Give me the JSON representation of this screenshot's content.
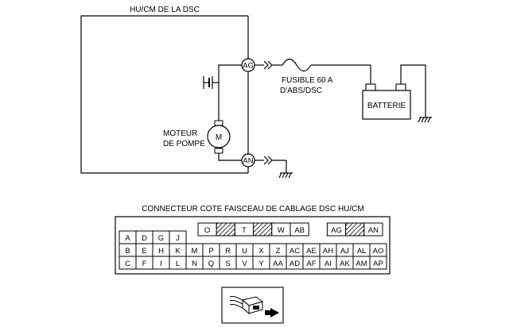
{
  "wiring": {
    "module_title": "HU/CM DE LA DSC",
    "terminal_ag": "AG",
    "terminal_an": "AN",
    "motor_symbol": "M",
    "motor_label_line1": "MOTEUR",
    "motor_label_line2": "DE POMPE",
    "fuse_label_line1": "FUSIBLE 60 A",
    "fuse_label_line2": "D'ABS/DSC",
    "battery_label": "BATTERIE"
  },
  "connector": {
    "title": "CONNECTEUR COTE FAISCEAU DE CABLAGE DSC HU/CM",
    "top_row": [
      {
        "label": "O",
        "hatched": false
      },
      {
        "label": "",
        "hatched": true
      },
      {
        "label": "T",
        "hatched": false
      },
      {
        "label": "",
        "hatched": true
      },
      {
        "label": "W",
        "hatched": false
      },
      {
        "label": "AB",
        "hatched": false
      },
      {
        "label": "",
        "hatched": false
      },
      {
        "label": "AG",
        "hatched": false
      },
      {
        "label": "",
        "hatched": true
      },
      {
        "label": "AN",
        "hatched": false
      }
    ],
    "rows": [
      [
        "A",
        "D",
        "G",
        "J"
      ],
      [
        "B",
        "E",
        "H",
        "K",
        "M",
        "P",
        "R",
        "U",
        "X",
        "Z",
        "AC",
        "AE",
        "AH",
        "AJ",
        "AL",
        "AO"
      ],
      [
        "C",
        "F",
        "I",
        "L",
        "N",
        "Q",
        "S",
        "V",
        "Y",
        "AA",
        "AD",
        "AF",
        "AI",
        "AK",
        "AM",
        "AP"
      ]
    ]
  },
  "icon": {
    "name": "connector-view-icon"
  }
}
